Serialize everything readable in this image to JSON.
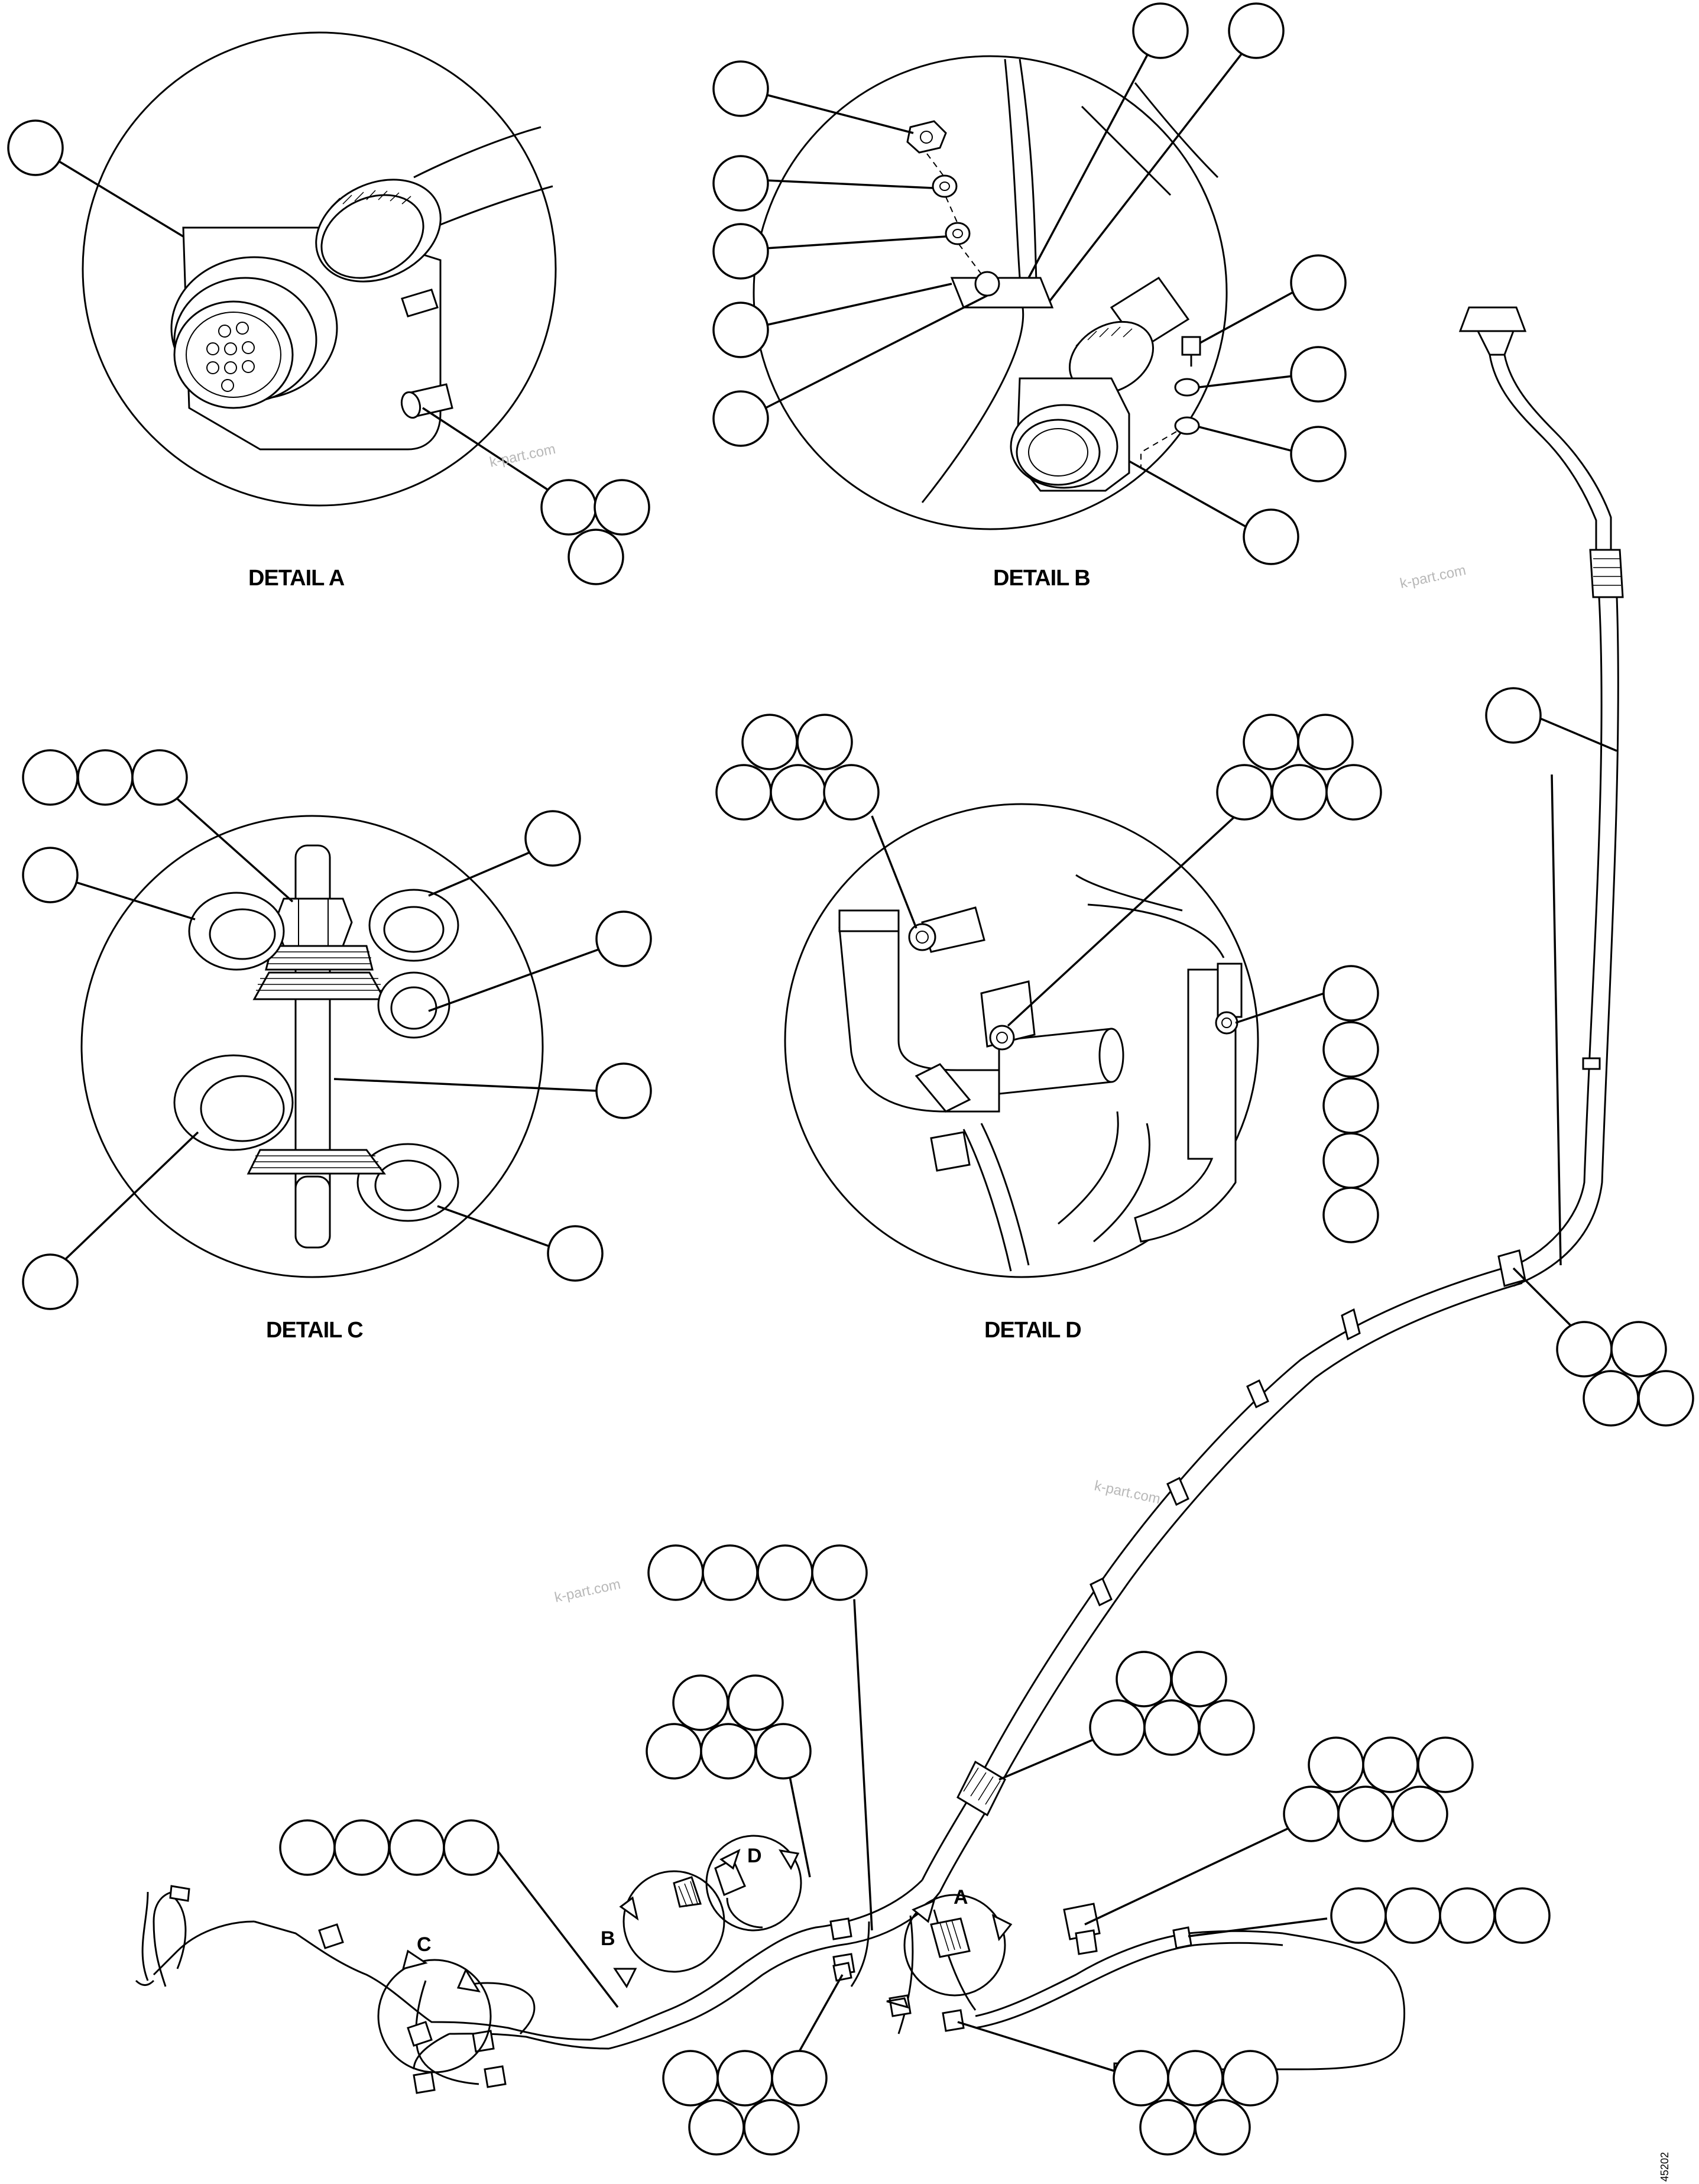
{
  "details": {
    "a": "DETAIL A",
    "b": "DETAIL B",
    "c": "DETAIL C",
    "d": "DETAIL D"
  },
  "view_markers": {
    "a": "A",
    "b": "B",
    "c": "C",
    "d": "D"
  },
  "watermarks": [
    "k-part.com",
    "k-part.com",
    "k-part.com",
    "k-part.com"
  ],
  "figure_number": "45202"
}
